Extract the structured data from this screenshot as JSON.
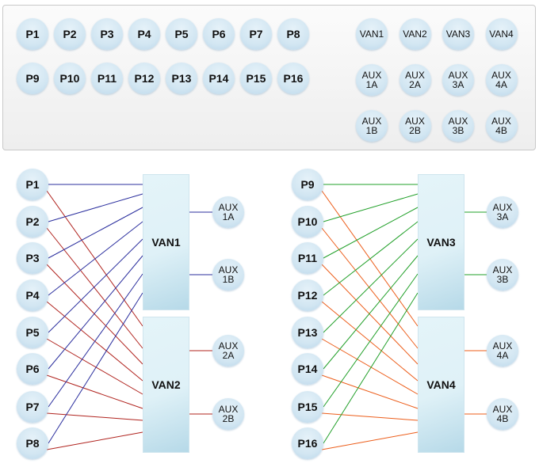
{
  "palette": {
    "ports_row1": [
      "P1",
      "P2",
      "P3",
      "P4",
      "P5",
      "P6",
      "P7",
      "P8"
    ],
    "ports_row2": [
      "P9",
      "P10",
      "P11",
      "P12",
      "P13",
      "P14",
      "P15",
      "P16"
    ],
    "vans": [
      "VAN1",
      "VAN2",
      "VAN3",
      "VAN4"
    ],
    "aux_a": [
      "AUX\n1A",
      "AUX\n2A",
      "AUX\n3A",
      "AUX\n4A"
    ],
    "aux_b": [
      "AUX\n1B",
      "AUX\n2B",
      "AUX\n3B",
      "AUX\n4B"
    ]
  },
  "groups": [
    {
      "ports": [
        "P1",
        "P2",
        "P3",
        "P4",
        "P5",
        "P6",
        "P7",
        "P8"
      ],
      "vans": [
        {
          "label": "VAN1",
          "color": "#2b2f9e",
          "aux": [
            "AUX\n1A",
            "AUX\n1B"
          ]
        },
        {
          "label": "VAN2",
          "color": "#b0231e",
          "aux": [
            "AUX\n2A",
            "AUX\n2B"
          ]
        }
      ]
    },
    {
      "ports": [
        "P9",
        "P10",
        "P11",
        "P12",
        "P13",
        "P14",
        "P15",
        "P16"
      ],
      "vans": [
        {
          "label": "VAN3",
          "color": "#22a02a",
          "aux": [
            "AUX\n3A",
            "AUX\n3B"
          ]
        },
        {
          "label": "VAN4",
          "color": "#ec5d1a",
          "aux": [
            "AUX\n4A",
            "AUX\n4B"
          ]
        }
      ]
    }
  ]
}
